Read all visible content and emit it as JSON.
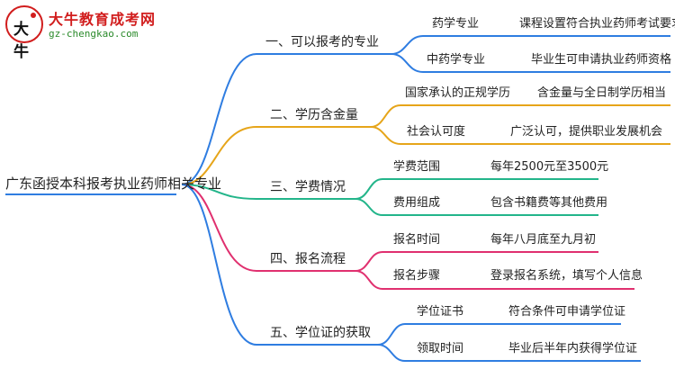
{
  "logo": {
    "title": "大牛教育成考网",
    "url": "gz-chengkao.com"
  },
  "root": "广东函授本科报考执业药师相关专业",
  "branches": [
    {
      "label": "一、可以报考的专业",
      "color": "#2f7de1",
      "children": [
        {
          "name": "药学专业",
          "desc": "课程设置符合执业药师考试要求"
        },
        {
          "name": "中药学专业",
          "desc": "毕业生可申请执业药师资格"
        }
      ]
    },
    {
      "label": "二、学历含金量",
      "color": "#e6a51a",
      "children": [
        {
          "name": "国家承认的正规学历",
          "desc": "含金量与全日制学历相当"
        },
        {
          "name": "社会认可度",
          "desc": "广泛认可，提供职业发展机会"
        }
      ]
    },
    {
      "label": "三、学费情况",
      "color": "#23b58a",
      "children": [
        {
          "name": "学费范围",
          "desc": "每年2500元至3500元"
        },
        {
          "name": "费用组成",
          "desc": "包含书籍费等其他费用"
        }
      ]
    },
    {
      "label": "四、报名流程",
      "color": "#e0306f",
      "children": [
        {
          "name": "报名时间",
          "desc": "每年八月底至九月初"
        },
        {
          "name": "报名步骤",
          "desc": "登录报名系统，填写个人信息"
        }
      ]
    },
    {
      "label": "五、学位证的获取",
      "color": "#2f7de1",
      "children": [
        {
          "name": "学位证书",
          "desc": "符合条件可申请学位证"
        },
        {
          "name": "领取时间",
          "desc": "毕业后半年内获得学位证"
        }
      ]
    }
  ]
}
